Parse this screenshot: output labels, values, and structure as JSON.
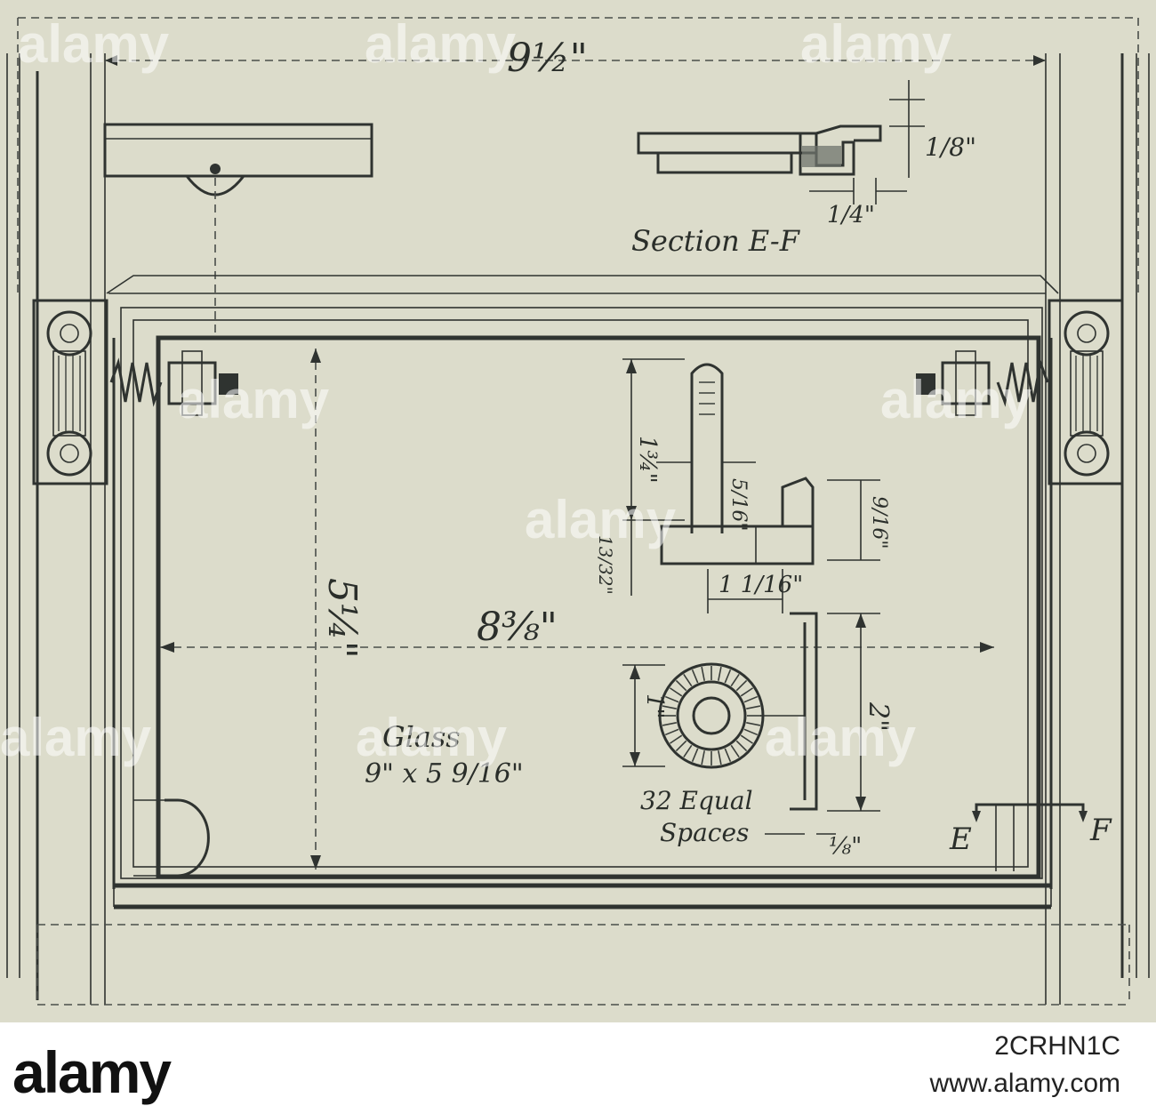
{
  "drawing": {
    "dim_top_width": "9½\"",
    "section_label": "Section E-F",
    "dim_height": "5¼\"",
    "dim_inner_width": "8⅜\"",
    "dim_post_height": "1¾\"",
    "dim_post_width": "5/16\"",
    "dim_base_height": "13/32\"",
    "dim_clip_height": "9/16\"",
    "dim_clip_width": "1 1/16\"",
    "dim_gear": "1\"",
    "dim_rail": "2\"",
    "dim_gap": "⅛\"",
    "dim_section_a": "1/8\"",
    "dim_section_b": "1/4\"",
    "glass_label": "Glass",
    "glass_size": "9\" x 5 9/16\"",
    "spaces_label_1": "32 Equal",
    "spaces_label_2": "Spaces",
    "cut_e": "E",
    "cut_f": "F"
  },
  "watermark": "alamy",
  "footer": {
    "logo": "alamy",
    "image_id": "2CRHN1C",
    "url": "www.alamy.com"
  }
}
